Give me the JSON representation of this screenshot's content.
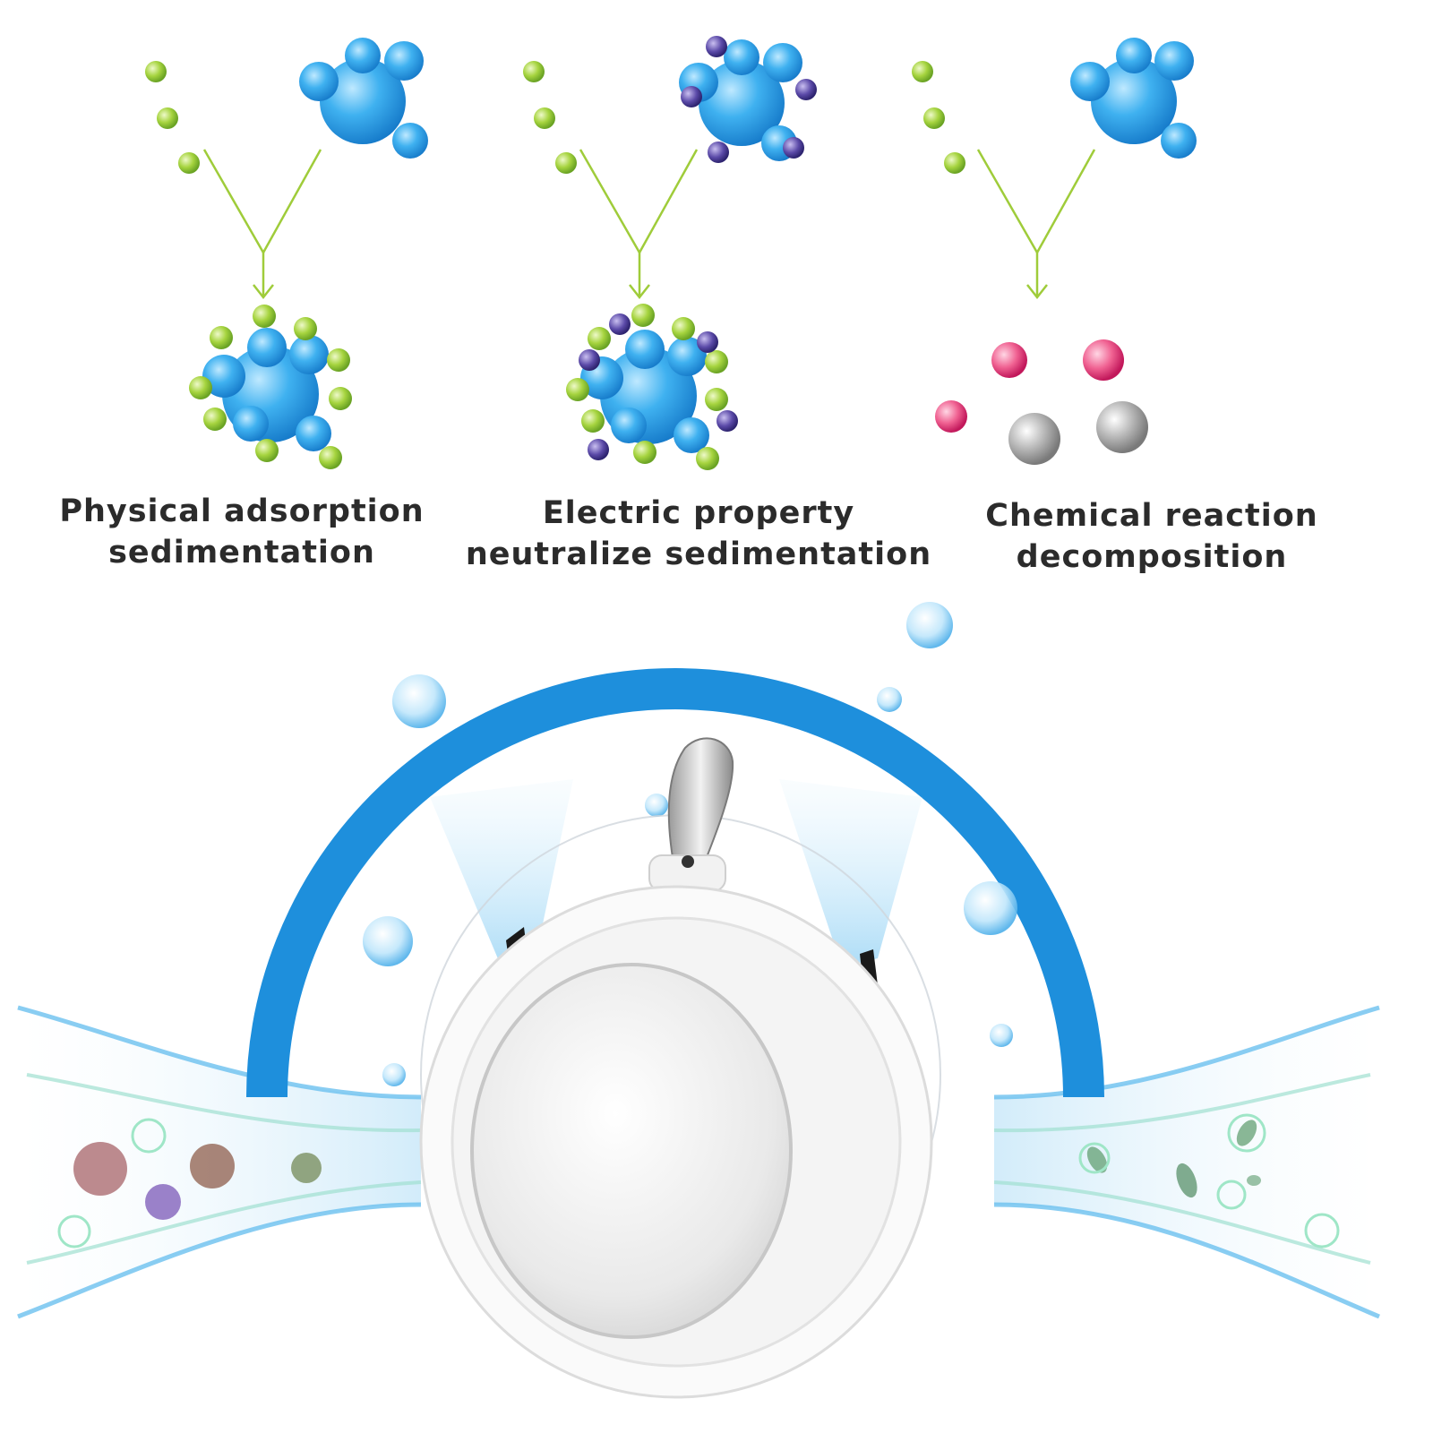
{
  "colors": {
    "particle_green": "#9fd13b",
    "molecule_blue": "#2a9be6",
    "charge_purple": "#5b4aa8",
    "atom_pink": "#f06292",
    "atom_grey": "#9e9e9e",
    "arc_blue": "#1e8fdc",
    "airflow": "#bfe3f7",
    "device_white": "#f7f7f7"
  },
  "processes": [
    {
      "line1": "Physical adsorption",
      "line2": "sedimentation"
    },
    {
      "line1": "Electric property",
      "line2": "neutralize sedimentation"
    },
    {
      "line1": "Chemical reaction",
      "line2": "decomposition"
    }
  ],
  "illustration": {
    "device": "wearable-air-purifier-pendant",
    "left_stream": "pollutant-particles",
    "right_stream": "clean-air-leaves"
  }
}
